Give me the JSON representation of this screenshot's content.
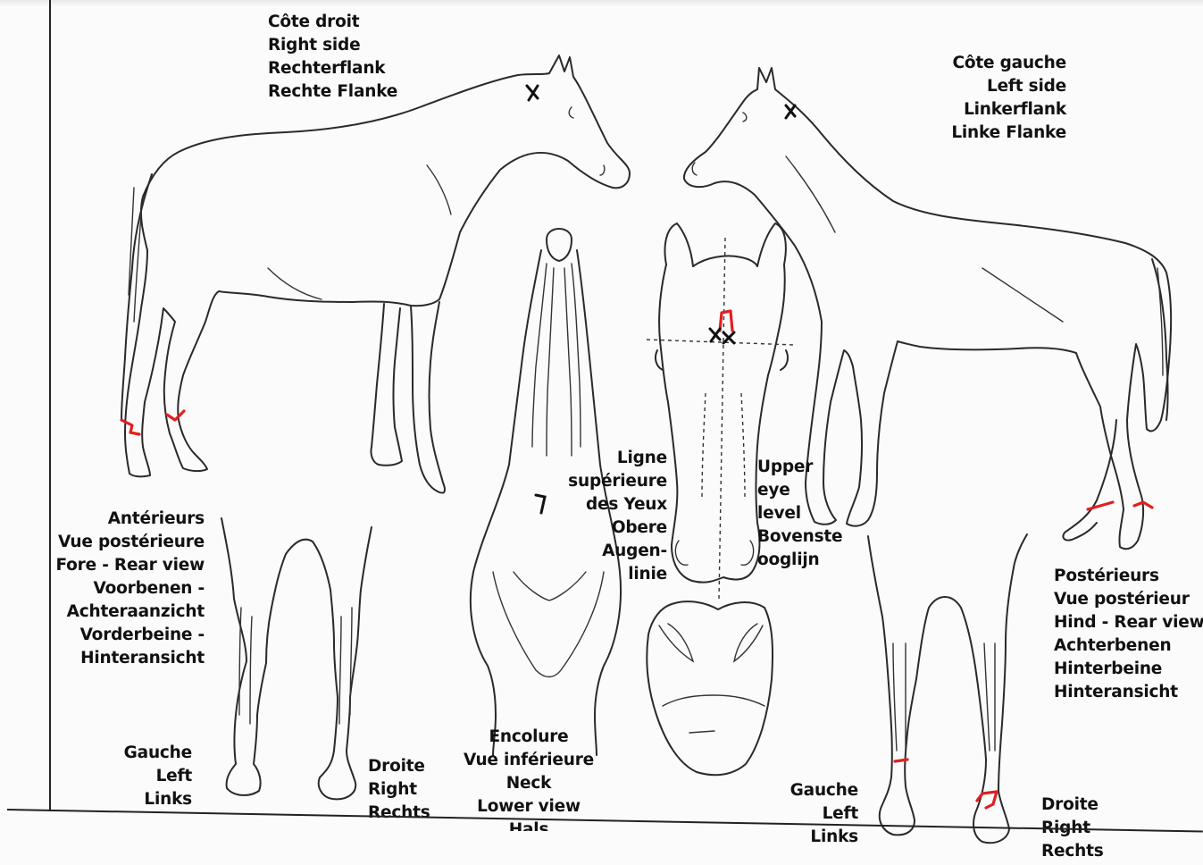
{
  "labels": {
    "right_side": [
      "Côte droit",
      "Right side",
      "Rechterflank",
      "Rechte Flanke"
    ],
    "left_side": [
      "Côte gauche",
      "Left side",
      "Linkerflank",
      "Linke Flanke"
    ],
    "fore": [
      "Antérieurs",
      "Vue postérieure",
      "Fore - Rear view",
      "Voorbenen -",
      "Achteraanzicht",
      "Vorderbeine -",
      "Hinteransicht"
    ],
    "eye_fr": [
      "Ligne",
      "supérieure",
      "des Yeux",
      "Obere",
      "Augen-",
      "linie"
    ],
    "eye_en": [
      "Upper",
      "eye",
      "level",
      "Bovenste",
      "ooglijn"
    ],
    "hind": [
      "Postérieurs",
      "Vue postérieur",
      "Hind - Rear view",
      "Achterbenen",
      "Hinterbeine",
      "Hinteransicht"
    ],
    "fore_left": [
      "Gauche",
      "Left",
      "Links"
    ],
    "fore_right": [
      "Droite",
      "Right",
      "Rechts"
    ],
    "neck": [
      "Encolure",
      "Vue inférieure",
      "Neck",
      "Lower view",
      "Hals"
    ],
    "hind_left": [
      "Gauche",
      "Left",
      "Links"
    ],
    "hind_right": [
      "Droite",
      "Right",
      "Rechts"
    ]
  },
  "colors": {
    "ink": "#2a2a2a",
    "marking": "#e02020",
    "paper": "#fbfbfb"
  }
}
